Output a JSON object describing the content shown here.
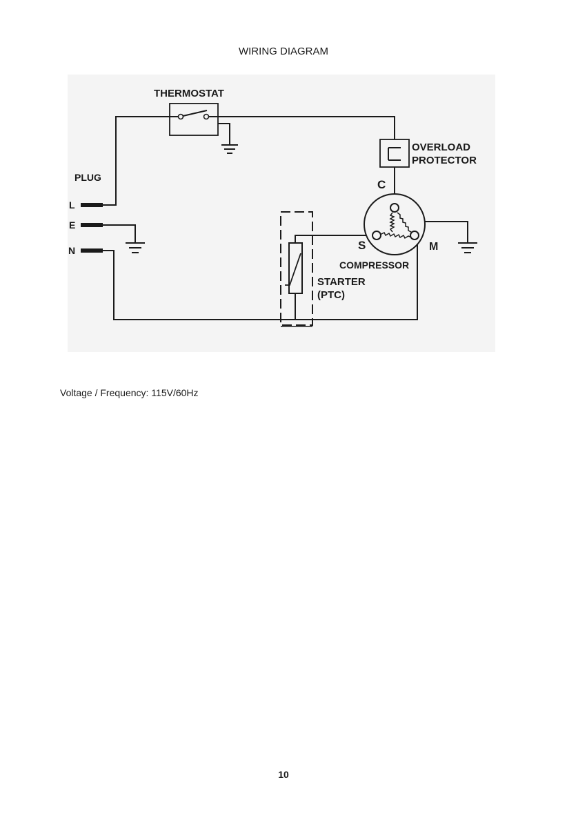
{
  "document": {
    "title": "WIRING DIAGRAM",
    "voltage_line": "Voltage / Frequency: 115V/60Hz",
    "page_number": "10"
  },
  "diagram": {
    "labels": {
      "thermostat": "THERMOSTAT",
      "plug": "PLUG",
      "live": "L",
      "earth": "E",
      "neutral": "N",
      "overload_line1": "OVERLOAD",
      "overload_line2": "PROTECTOR",
      "common": "C",
      "start": "S",
      "main": "M",
      "compressor": "COMPRESSOR",
      "starter_line1": "STARTER",
      "starter_line2": "(PTC)"
    }
  },
  "colors": {
    "ink": "#1a1a1a",
    "panel": "#f4f4f4"
  }
}
